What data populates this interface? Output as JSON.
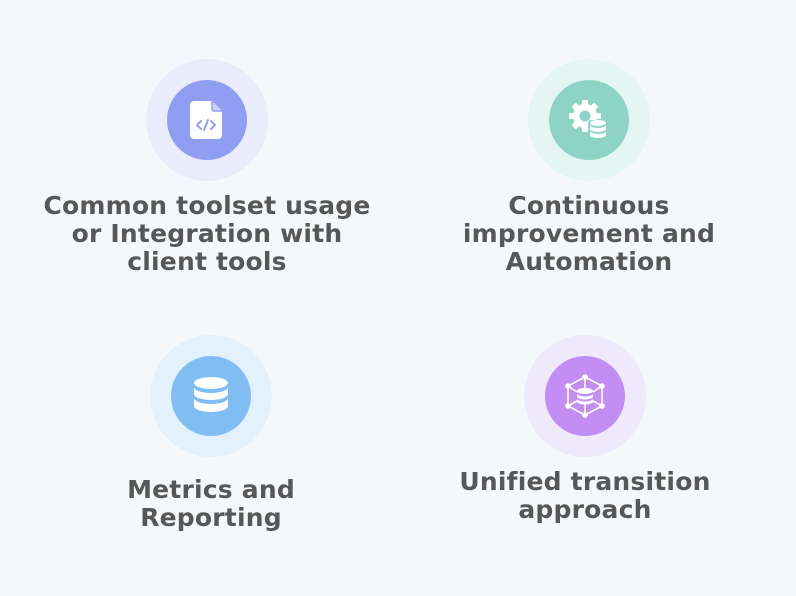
{
  "features": [
    {
      "id": "toolset",
      "icon": "code-file-icon",
      "title_lines": [
        "Common toolset usage",
        "or Integration with",
        "client tools"
      ],
      "halo_color": "#e9edfb",
      "core_color": "#8f9ef3"
    },
    {
      "id": "automation",
      "icon": "gear-database-icon",
      "title_lines": [
        "Continuous",
        "improvement and",
        "Automation"
      ],
      "halo_color": "#e4f5f2",
      "core_color": "#8ed4c6"
    },
    {
      "id": "metrics",
      "icon": "database-icon",
      "title_lines": [
        "Metrics and",
        "Reporting"
      ],
      "halo_color": "#e3f1fc",
      "core_color": "#80bdf3"
    },
    {
      "id": "transition",
      "icon": "network-database-icon",
      "title_lines": [
        "Unified transition",
        "approach"
      ],
      "halo_color": "#eeeafb",
      "core_color": "#c38ef3"
    }
  ]
}
